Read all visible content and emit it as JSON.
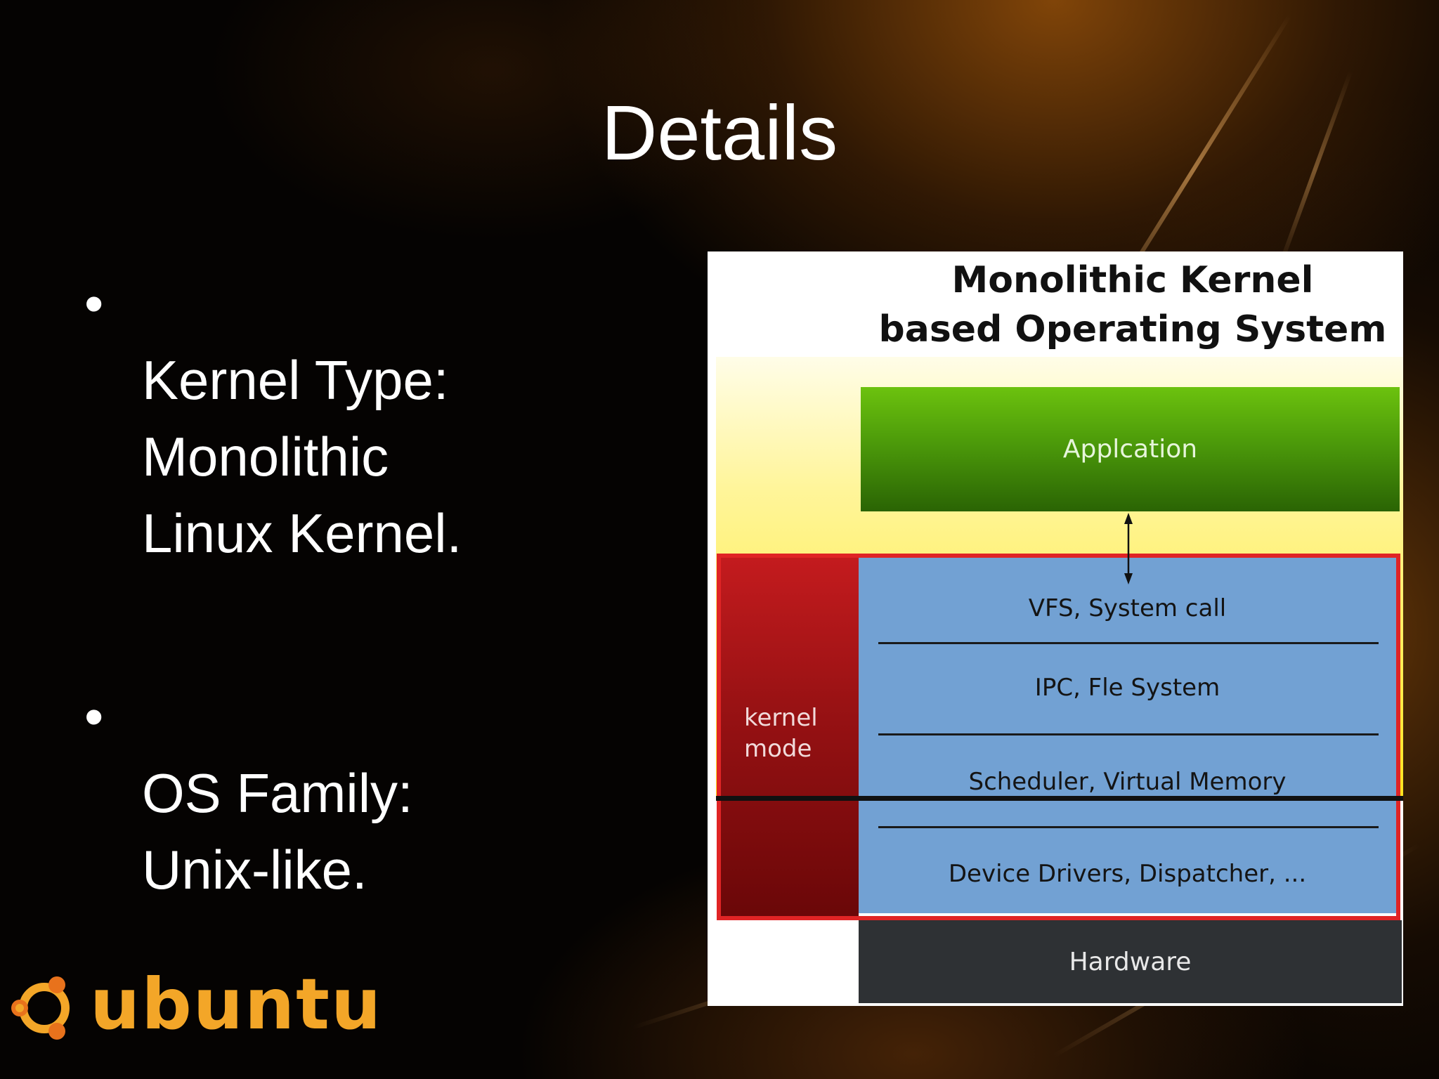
{
  "slide": {
    "title": "Details",
    "bullets": [
      {
        "marker": "•",
        "text": "Kernel Type:\nMonolithic\nLinux Kernel."
      },
      {
        "marker": "•",
        "text": "OS Family:\nUnix-like."
      }
    ]
  },
  "diagram": {
    "title": "Monolithic Kernel\nbased Operating System",
    "application_label": "Applcation",
    "kernel_mode_label": "kernel\nmode",
    "kernel_layers": [
      "VFS, System call",
      "IPC, Fle System",
      "Scheduler, Virtual Memory",
      "Device Drivers, Dispatcher, ..."
    ],
    "hardware_label": "Hardware",
    "colors": {
      "user_zone": "#ffee55",
      "application": "#4c9a0a",
      "kernel_frame": "#e02425",
      "kernel_side": "#9a1214",
      "kernel_body": "#72a1d3",
      "hardware": "#2e3134"
    }
  },
  "logo": {
    "text": "ubuntu",
    "icon": "ubuntu-circle-of-friends-icon",
    "color": "#f3a628"
  }
}
